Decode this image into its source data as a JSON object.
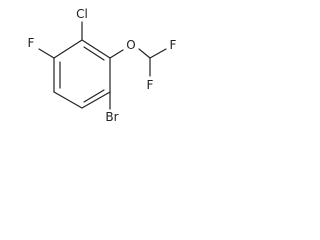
{
  "molecule": {
    "atoms": {
      "cl": "Cl",
      "f_ring": "F",
      "o": "O",
      "f_upper": "F",
      "f_lower": "F",
      "br": "Br"
    }
  }
}
